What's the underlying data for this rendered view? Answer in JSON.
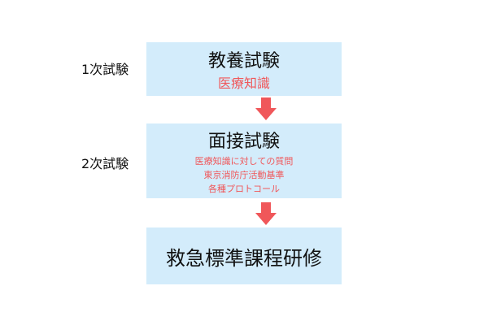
{
  "stage1": {
    "label": "1次試験",
    "title": "教養試験",
    "sub": "医療知識"
  },
  "stage2": {
    "label": "2次試験",
    "title": "面接試験",
    "items": [
      "医療知識に対しての質問",
      "東京消防庁活動基準",
      "各種プロトコール"
    ]
  },
  "stage3": {
    "title": "救急標準課程研修"
  },
  "colors": {
    "box": "#d3ecfb",
    "accent": "#f0575a"
  }
}
